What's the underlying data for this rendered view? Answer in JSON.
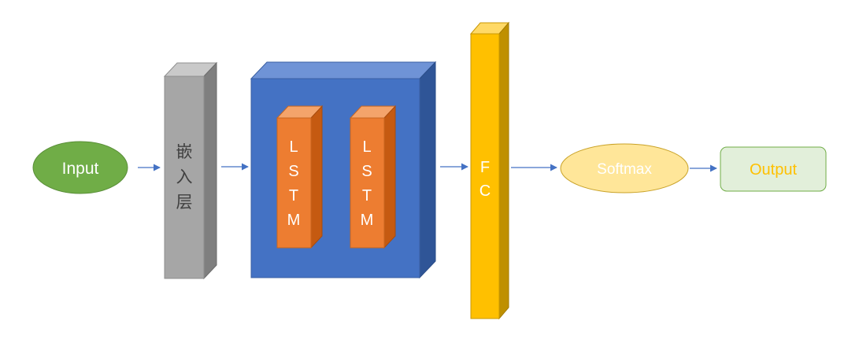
{
  "diagram": {
    "input_label": "Input",
    "embedding_label": [
      "嵌",
      "入",
      "层"
    ],
    "lstm_1_label": [
      "L",
      "S",
      "T",
      "M"
    ],
    "lstm_2_label": [
      "L",
      "S",
      "T",
      "M"
    ],
    "fc_label": [
      "F",
      "C"
    ],
    "softmax_label": "Softmax",
    "output_label": "Output"
  },
  "colors": {
    "input_fill": "#70ad47",
    "embedding_front": "#a6a6a6",
    "lstm_block_front": "#4472c4",
    "lstm_cell_front": "#ed7d31",
    "fc_front": "#ffc000",
    "softmax_fill": "#ffe699",
    "softmax_text": "#ffffff",
    "output_fill": "#e2efda",
    "output_text": "#ffc000",
    "arrow": "#4472c4"
  }
}
